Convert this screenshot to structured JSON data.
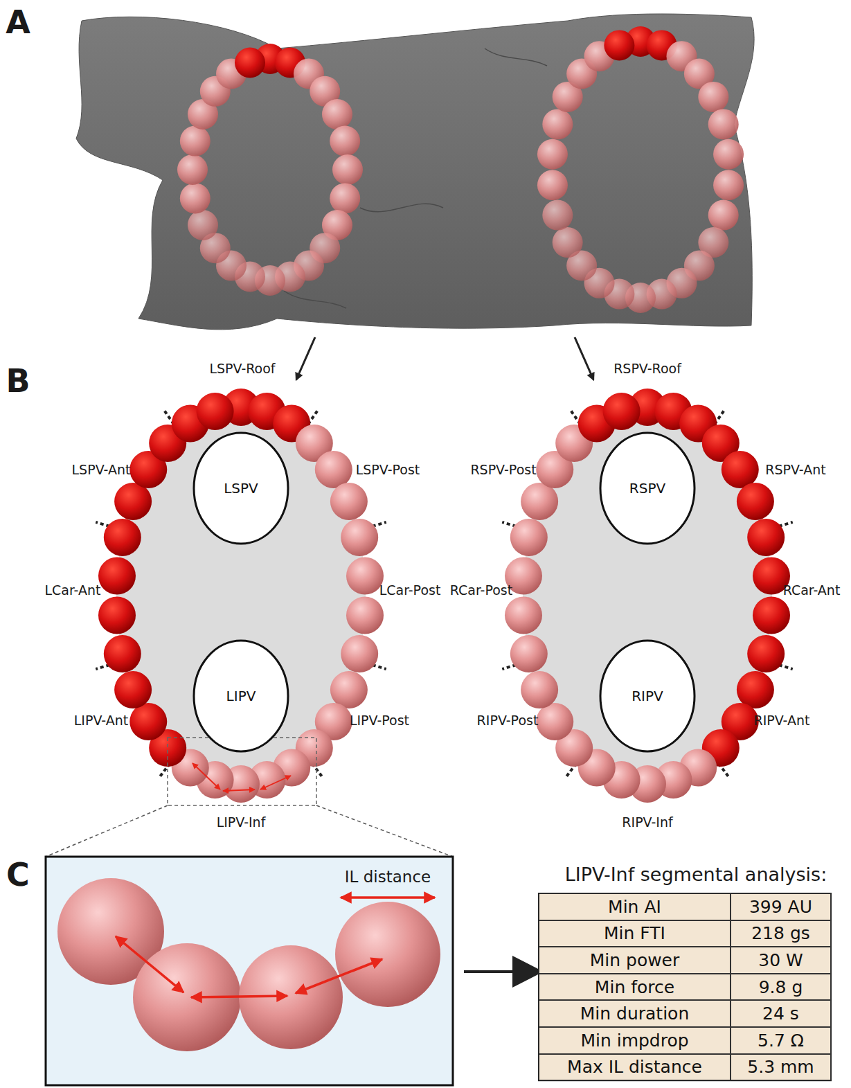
{
  "diagram": {
    "nodes": [
      {
        "text": [
          "LSPV"
        ]
      },
      {
        "text": [
          "LIPV"
        ]
      },
      {
        "text": [
          "RSPV"
        ]
      },
      {
        "text": [
          "RIPV"
        ]
      }
    ],
    "labels": [
      "A",
      "B",
      "C",
      "LSPV-Roof",
      "LSPV-Ant",
      "LSPV-Post",
      "LCar-Ant",
      "LCar-Post",
      "LIPV-Ant",
      "LIPV-Post",
      "LIPV-Inf",
      "RSPV-Roof",
      "RSPV-Post",
      "RSPV-Ant",
      "RCar-Post",
      "RCar-Ant",
      "RIPV-Post",
      "RIPV-Ant",
      "RIPV-Inf",
      "IL distance",
      "LIPV-Inf segmental analysis:",
      "Min AI",
      "399 AU",
      "Min FTI",
      "218 gs",
      "Min power",
      "30 W",
      "Min force",
      "9.8 g",
      "Min duration",
      "24 s",
      "Min impdrop",
      "5.7 Ω",
      "Max IL distance",
      "5.3 mm"
    ]
  }
}
